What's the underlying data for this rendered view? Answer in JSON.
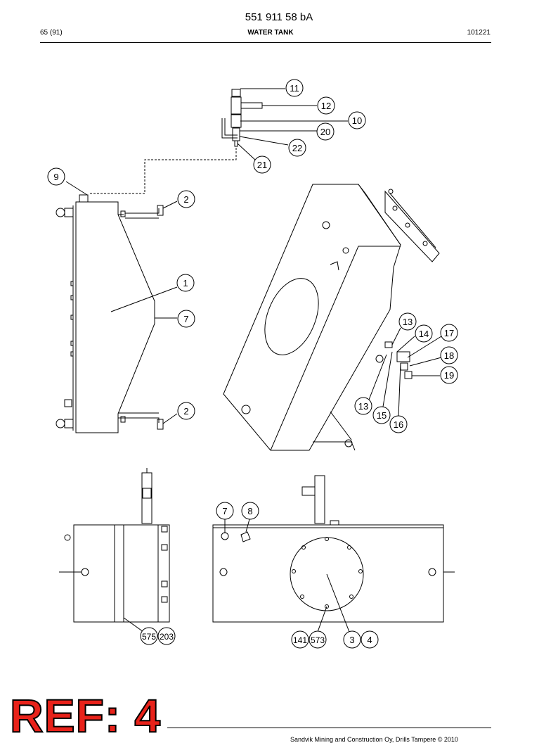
{
  "header": {
    "doc_number": "551 911 58 bA",
    "page": "65 (91)",
    "section": "WATER TANK",
    "code": "101221"
  },
  "callouts": [
    "11",
    "12",
    "10",
    "20",
    "22",
    "21",
    "9",
    "2",
    "1",
    "7",
    "2",
    "13",
    "14",
    "17",
    "18",
    "19",
    "13",
    "15",
    "16",
    "7",
    "8",
    "575",
    "203",
    "141",
    "573",
    "3",
    "4"
  ],
  "stamp": {
    "text": "REF: 4",
    "color": "#e8221a"
  },
  "footer": {
    "copyright": "Sandvik Mining and Construction Oy, Drills Tampere © 2010"
  }
}
